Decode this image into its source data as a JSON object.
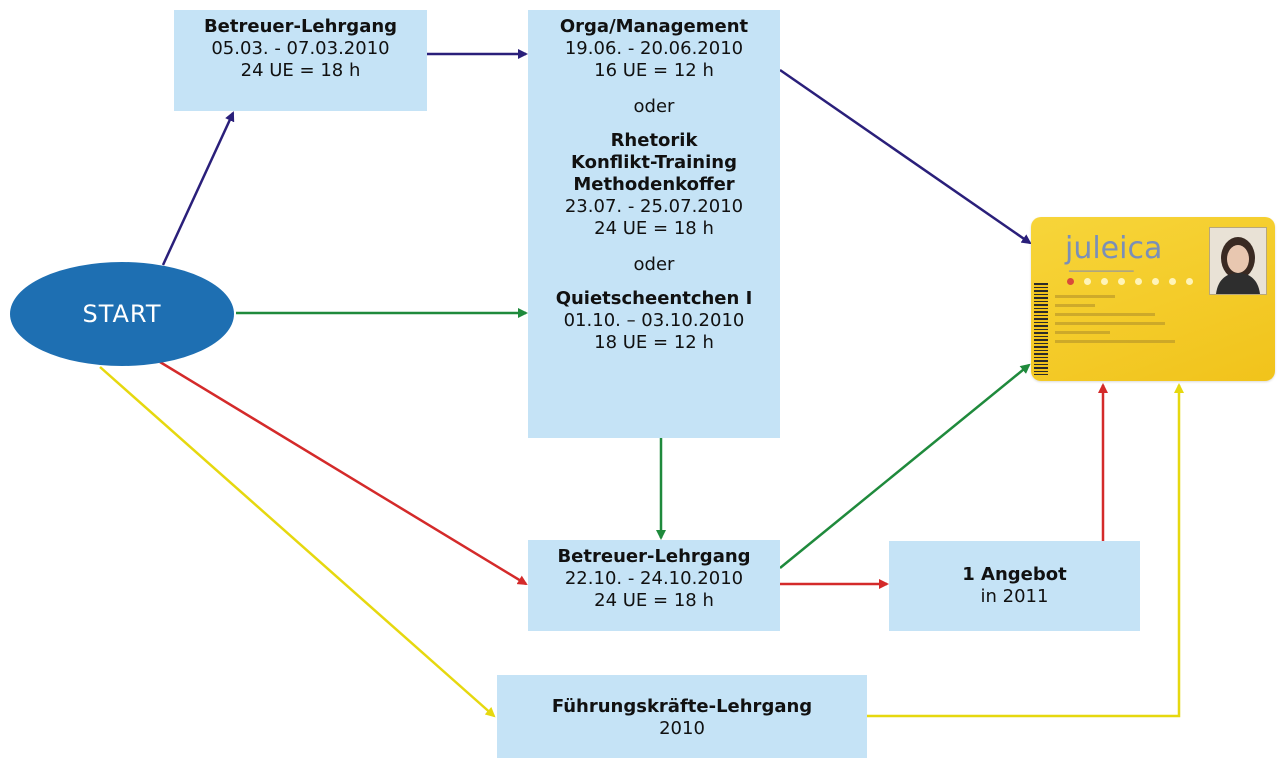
{
  "start": {
    "label": "START"
  },
  "betreuer1": {
    "title": "Betreuer-Lehrgang",
    "dates": "05.03. - 07.03.2010",
    "hours": "24 UE = 18 h"
  },
  "orga": {
    "title": "Orga/Management",
    "dates": "19.06. - 20.06.2010",
    "hours": "16 UE = 12 h",
    "oder1": "oder",
    "rhetorik": "Rhetorik",
    "konflikt": "Konflikt-Training",
    "methoden": "Methodenkoffer",
    "dates2": "23.07. - 25.07.2010",
    "hours2": "24 UE = 18 h",
    "oder2": "oder",
    "quiet": "Quietscheentchen I",
    "dates3": "01.10. – 03.10.2010",
    "hours3": "18 UE = 12 h"
  },
  "betreuer2": {
    "title": "Betreuer-Lehrgang",
    "dates": "22.10. - 24.10.2010",
    "hours": "24 UE = 18 h"
  },
  "angebot": {
    "title": "1 Angebot",
    "sub": "in 2011"
  },
  "fuehrung": {
    "title": "Führungskräfte-Lehrgang",
    "sub": "2010"
  },
  "card": {
    "logo": "juleica"
  },
  "colors": {
    "navy": "#2a1f7a",
    "green": "#1f8a3c",
    "red": "#d42a2a",
    "yellow": "#f2e81a",
    "box": "#c5e3f6",
    "start": "#1e6fb2"
  }
}
